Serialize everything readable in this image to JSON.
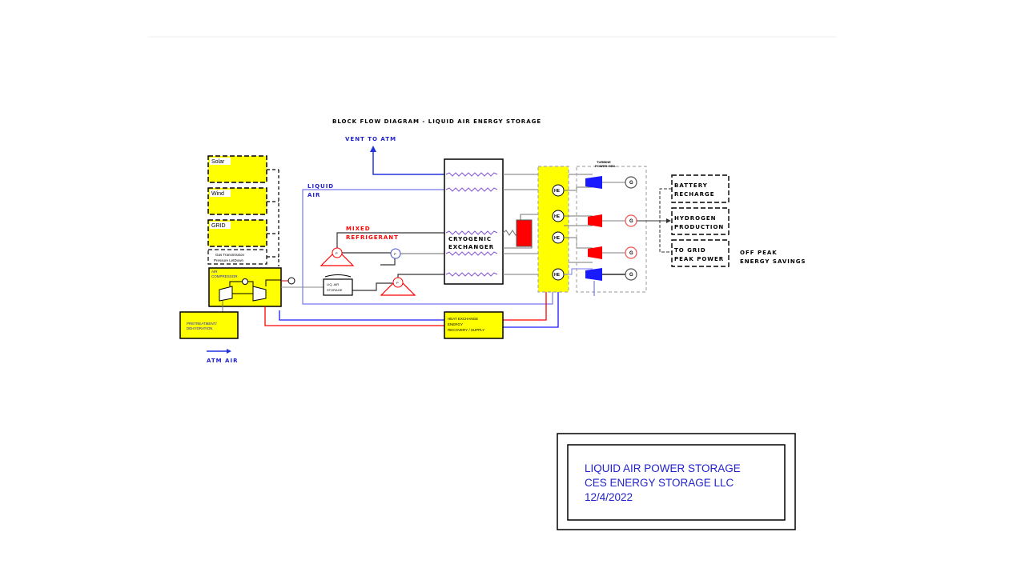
{
  "title": "BLOCK FLOW DIAGRAM - LIQUID AIR ENERGY STORAGE",
  "labels": {
    "vent": "VENT TO ATM",
    "liquid_air_1": "LIQUID",
    "liquid_air_2": "AIR",
    "mixed_1": "MIXED",
    "mixed_2": "REFRIGERANT",
    "atm_air": "ATM AIR",
    "off_peak_1": "OFF PEAK",
    "off_peak_2": "ENERGY SAVINGS"
  },
  "sources": [
    {
      "label": "Solar"
    },
    {
      "label": "Wind"
    },
    {
      "label": "GRID"
    }
  ],
  "gas": {
    "line1": "Gas Transmission",
    "line2": "Pressure LetDown"
  },
  "compressor": {
    "line1": "AIR",
    "line2": "COMPRESSOR"
  },
  "pretreatment": {
    "line1": "PRETREATMENT/",
    "line2": "DEHYDRATION"
  },
  "storage": {
    "line1": "LIQ. AIR",
    "line2": "STORAGE"
  },
  "cryo": {
    "line1": "CRYOGENIC",
    "line2": "EXCHANGER"
  },
  "heat_exchange": {
    "line1": "HEAT EXCHANGE",
    "line2": "ENERGY",
    "line3": "RECOVERY / SUPPLY"
  },
  "turbine": {
    "line1": "TURBINE",
    "line2": "POWER GEN."
  },
  "symbols": {
    "pump": "P",
    "he": "HE",
    "gen": "G"
  },
  "outputs": [
    {
      "line1": "BATTERY",
      "line2": "RECHARGE"
    },
    {
      "line1": "HYDROGEN",
      "line2": "PRODUCTION"
    },
    {
      "line1": "TO GRID",
      "line2": "PEAK POWER"
    }
  ],
  "title_block": {
    "line1": "LIQUID AIR POWER STORAGE",
    "line2": "CES ENERGY STORAGE LLC",
    "line3": "12/4/2022"
  },
  "colors": {
    "yellow": "#ffff00",
    "blue": "#1a1aff",
    "red": "#ff0000",
    "purple": "#8855cc",
    "lightblue": "#7777ee",
    "textblue": "#2222cc"
  }
}
